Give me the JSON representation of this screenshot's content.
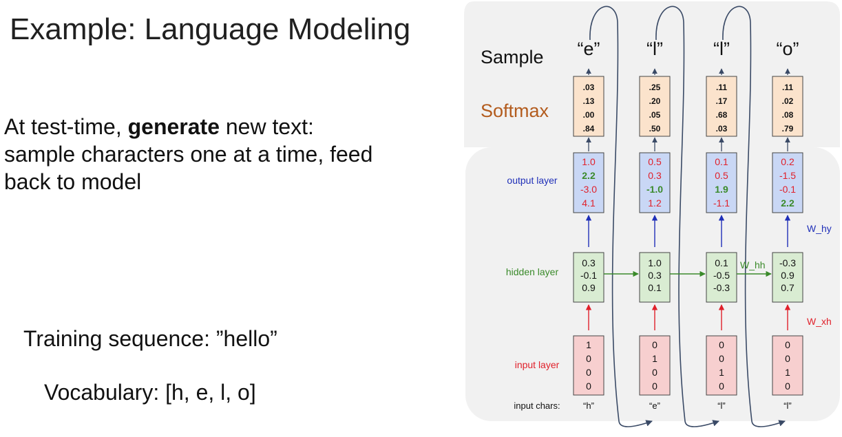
{
  "slide": {
    "title": "Example: Language Modeling",
    "description": {
      "before": "At test-time, ",
      "bold": "generate",
      "after": " new text: sample characters one at a time, feed back to model"
    },
    "training_sequence": "Training sequence: ”hello”",
    "vocabulary": "Vocabulary: [h, e, l, o]"
  },
  "diagram": {
    "row_labels": {
      "sample": "Sample",
      "softmax": "Softmax",
      "output": "output layer",
      "hidden": "hidden layer",
      "input": "input layer",
      "input_chars": "input chars:"
    },
    "weights": {
      "w_hy": "W_hy",
      "w_hh": "W_hh",
      "w_xh": "W_xh"
    },
    "colors": {
      "panel": "#f1f1f1",
      "softmax_label": "#b35c1e",
      "softmax_fill": "#fbe3cc",
      "output_fill": "#c9d7f5",
      "hidden_fill": "#d9ecd2",
      "input_fill": "#f7cfcf",
      "red": "#e0202a",
      "green": "#3a8a2a",
      "blue": "#1f2fb8",
      "dark_arrow": "#3a4a66"
    },
    "columns": [
      {
        "sample": "“e”",
        "softmax": [
          ".03",
          ".13",
          ".00",
          ".84"
        ],
        "output": [
          {
            "v": "1.0",
            "hi": false
          },
          {
            "v": "2.2",
            "hi": true
          },
          {
            "v": "-3.0",
            "hi": false
          },
          {
            "v": "4.1",
            "hi": false
          }
        ],
        "hidden": [
          "0.3",
          "-0.1",
          "0.9"
        ],
        "input": [
          "1",
          "0",
          "0",
          "0"
        ],
        "char": "“h”"
      },
      {
        "sample": "“l”",
        "softmax": [
          ".25",
          ".20",
          ".05",
          ".50"
        ],
        "output": [
          {
            "v": "0.5",
            "hi": false
          },
          {
            "v": "0.3",
            "hi": false
          },
          {
            "v": "-1.0",
            "hi": true
          },
          {
            "v": "1.2",
            "hi": false
          }
        ],
        "hidden": [
          "1.0",
          "0.3",
          "0.1"
        ],
        "input": [
          "0",
          "1",
          "0",
          "0"
        ],
        "char": "“e”"
      },
      {
        "sample": "“l”",
        "softmax": [
          ".11",
          ".17",
          ".68",
          ".03"
        ],
        "output": [
          {
            "v": "0.1",
            "hi": false
          },
          {
            "v": "0.5",
            "hi": false
          },
          {
            "v": "1.9",
            "hi": true
          },
          {
            "v": "-1.1",
            "hi": false
          }
        ],
        "hidden": [
          "0.1",
          "-0.5",
          "-0.3"
        ],
        "input": [
          "0",
          "0",
          "1",
          "0"
        ],
        "char": "“l”"
      },
      {
        "sample": "“o”",
        "softmax": [
          ".11",
          ".02",
          ".08",
          ".79"
        ],
        "output": [
          {
            "v": "0.2",
            "hi": false
          },
          {
            "v": "-1.5",
            "hi": false
          },
          {
            "v": "-0.1",
            "hi": false
          },
          {
            "v": "2.2",
            "hi": true
          }
        ],
        "hidden": [
          "-0.3",
          "0.9",
          "0.7"
        ],
        "input": [
          "0",
          "0",
          "1",
          "0"
        ],
        "char": "“l”"
      }
    ]
  }
}
